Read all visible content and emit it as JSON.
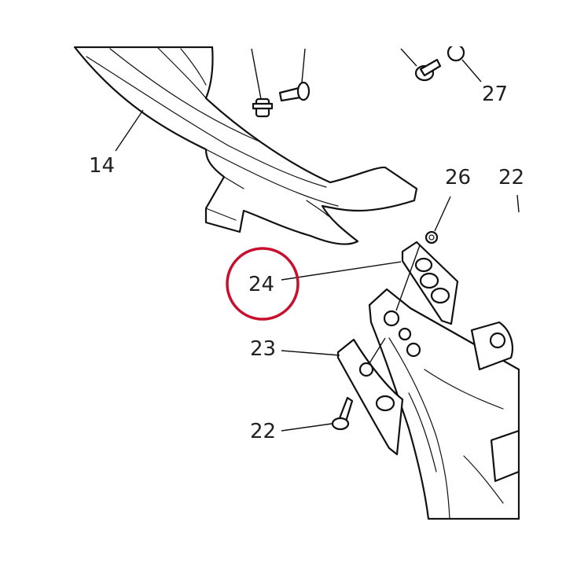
{
  "diagram": {
    "callouts": {
      "c14": "14",
      "c22a": "22",
      "c22b": "22",
      "c23": "23",
      "c24": "24",
      "c26": "26",
      "c27": "27"
    },
    "highlighted_part": "24",
    "colors": {
      "highlight": "#c8102e",
      "line": "#111111",
      "background": "#ffffff"
    }
  }
}
